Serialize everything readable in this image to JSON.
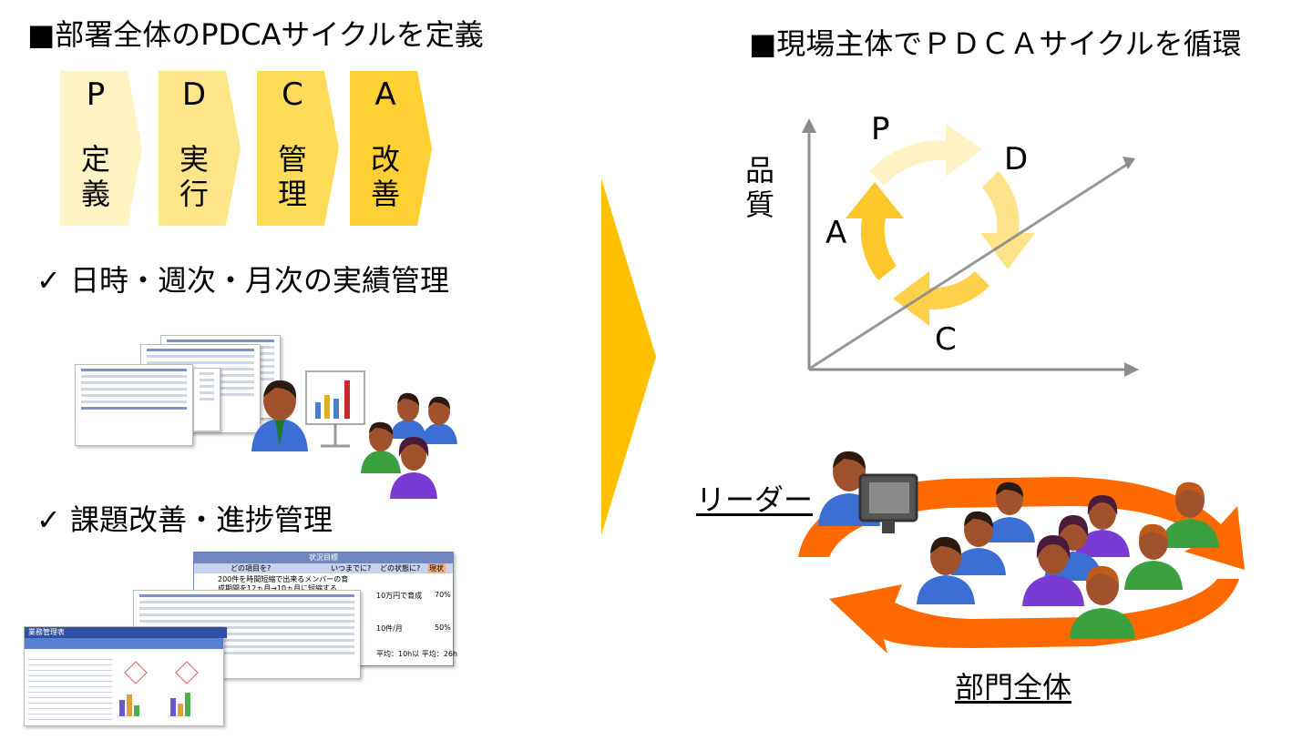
{
  "left": {
    "heading": "■部署全体のPDCAサイクルを定義",
    "steps": [
      {
        "letter": "P",
        "word_top": "定",
        "word_bottom": "義",
        "color": "#FFF3C4"
      },
      {
        "letter": "D",
        "word_top": "実",
        "word_bottom": "行",
        "color": "#FFE58A"
      },
      {
        "letter": "C",
        "word_top": "管",
        "word_bottom": "理",
        "color": "#FFDB5A"
      },
      {
        "letter": "A",
        "word_top": "改",
        "word_bottom": "善",
        "color": "#FFD033"
      }
    ],
    "bullet1": "✓ 日時・週次・月次の実績管理",
    "bullet2": "✓ 課題改善・進捗管理",
    "doc_table": {
      "title": "状況目標",
      "headers": [
        "どの項目を?",
        "いつまでに?",
        "どの状態に?",
        "現状"
      ],
      "line1": "200件を時間短縮で出来るメンバーの育",
      "line2": "成期間を12ヵ月→10ヵ月に短縮する",
      "cells": [
        "10万円で育成",
        "70%",
        "10件/月",
        "50%",
        "平均：10h以 平均：26h"
      ]
    },
    "doc_report_title": "業務管理表"
  },
  "right": {
    "heading": "■現場主体でＰＤＣＡサイクルを循環",
    "y_axis_label_top": "品",
    "y_axis_label_bottom": "質",
    "cycle_labels": {
      "p": "P",
      "d": "D",
      "c": "C",
      "a": "A"
    },
    "leader_label": "リーダー",
    "dept_label": "部門全体"
  },
  "colors": {
    "accent": "#FFC000",
    "orange": "#FF6A00",
    "axis": "#8C8C8C"
  }
}
